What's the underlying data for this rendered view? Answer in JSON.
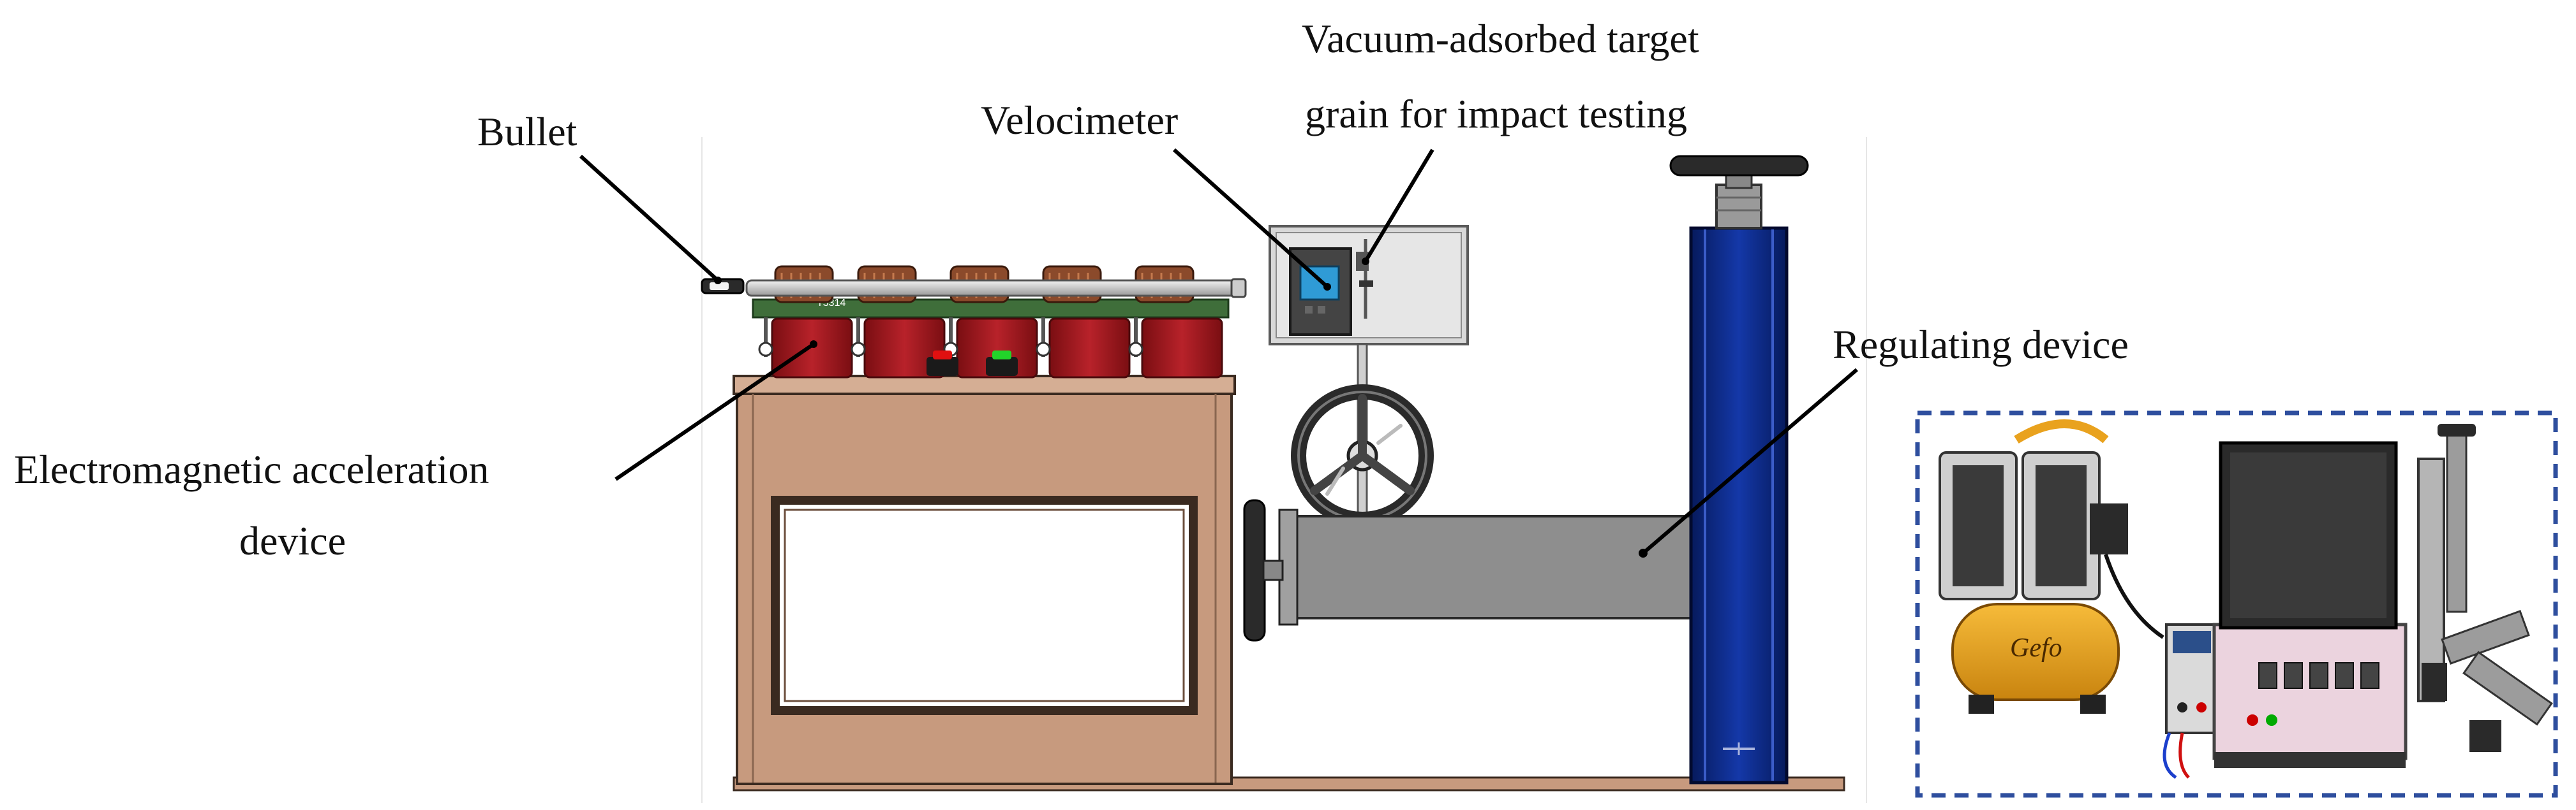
{
  "labels": {
    "bullet": "Bullet",
    "velocimeter": "Velocimeter",
    "vacuum_line1": "Vacuum-adsorbed target",
    "vacuum_line2": "grain for impact testing",
    "regulating": "Regulating device",
    "electromagnetic_line1": "Electromagnetic acceleration",
    "electromagnetic_line2": "device"
  },
  "device_marking": "T3314",
  "photo_brand": "Gefo",
  "colors": {
    "frame_tan": "#C79A7E",
    "coil_red": "#A3181E",
    "copper": "#8B4A2B",
    "column_blue": "#0A2B8C",
    "arm_gray": "#8E8E8E",
    "panel_gray": "#D8D8D8",
    "inset_border": "#2E4E9E",
    "compressor_orange": "#E9A21E",
    "case_pink": "#EBD3DE"
  }
}
